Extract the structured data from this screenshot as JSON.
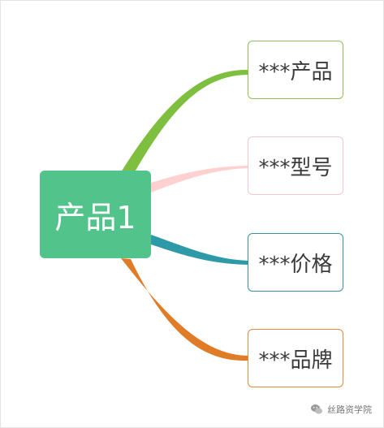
{
  "mindmap": {
    "central": {
      "label": "产品1",
      "color": "#52c48b"
    },
    "children": [
      {
        "label": "***产品",
        "color": "#7fbf3f",
        "border": "#8cc152"
      },
      {
        "label": "***型号",
        "color": "#ffd0d0",
        "border": "#f4c6c6"
      },
      {
        "label": "***价格",
        "color": "#2e9aa8",
        "border": "#3a8fa3"
      },
      {
        "label": "***品牌",
        "color": "#e07b27",
        "border": "#e58a39"
      }
    ]
  },
  "watermark": {
    "text": "丝路资学院",
    "icon": "wechat-icon"
  }
}
